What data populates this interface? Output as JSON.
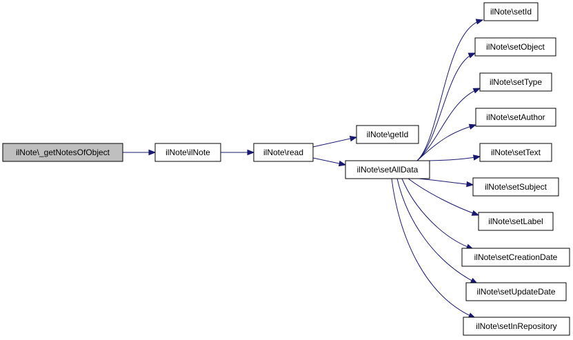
{
  "graph": {
    "nodes": {
      "root": "ilNote\\_getNotesOfObject",
      "ctor": "ilNote\\ilNote",
      "read": "ilNote\\read",
      "getId": "ilNote\\getId",
      "setAllData": "ilNote\\setAllData",
      "setId": "ilNote\\setId",
      "setObject": "ilNote\\setObject",
      "setType": "ilNote\\setType",
      "setAuthor": "ilNote\\setAuthor",
      "setText": "ilNote\\setText",
      "setSubject": "ilNote\\setSubject",
      "setLabel": "ilNote\\setLabel",
      "setCreationDate": "ilNote\\setCreationDate",
      "setUpdateDate": "ilNote\\setUpdateDate",
      "setInRepository": "ilNote\\setInRepository"
    },
    "edges": [
      [
        "root",
        "ctor"
      ],
      [
        "ctor",
        "read"
      ],
      [
        "read",
        "getId"
      ],
      [
        "read",
        "setAllData"
      ],
      [
        "setAllData",
        "setId"
      ],
      [
        "setAllData",
        "setObject"
      ],
      [
        "setAllData",
        "setType"
      ],
      [
        "setAllData",
        "setAuthor"
      ],
      [
        "setAllData",
        "setText"
      ],
      [
        "setAllData",
        "setSubject"
      ],
      [
        "setAllData",
        "setLabel"
      ],
      [
        "setAllData",
        "setCreationDate"
      ],
      [
        "setAllData",
        "setUpdateDate"
      ],
      [
        "setAllData",
        "setInRepository"
      ]
    ],
    "colors": {
      "edge": "#191970",
      "root_fill": "#bfbfbf",
      "node_fill": "#ffffff",
      "border": "#000000"
    }
  }
}
